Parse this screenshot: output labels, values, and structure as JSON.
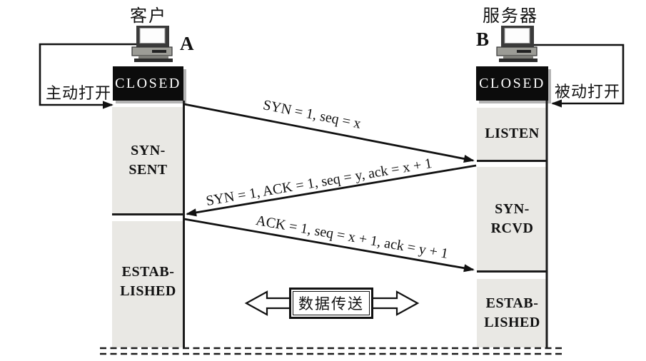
{
  "diagram": {
    "description": "TCP three-way handshake connection establishment sequence diagram"
  },
  "client": {
    "title": "客户",
    "host": "A",
    "open_label": "主动打开",
    "states": [
      {
        "label": "CLOSED"
      },
      {
        "label": "SYN-\nSENT"
      },
      {
        "label": "ESTAB-\nLISHED"
      }
    ]
  },
  "server": {
    "title": "服务器",
    "host": "B",
    "open_label": "被动打开",
    "states": [
      {
        "label": "CLOSED"
      },
      {
        "label": "LISTEN"
      },
      {
        "label": "SYN-\nRCVD"
      },
      {
        "label": "ESTAB-\nLISHED"
      }
    ]
  },
  "messages": [
    {
      "label": "SYN = 1, seq = x"
    },
    {
      "label": "SYN = 1, ACK = 1, seq = y, ack = x + 1"
    },
    {
      "label": "ACK = 1, seq = x + 1, ack = y + 1"
    }
  ],
  "data_transfer": {
    "label": "数据传送"
  },
  "colors": {
    "band": "#e9e8e4",
    "state_box_bg": "#0c0c0c",
    "state_box_text": "#ffffff",
    "line": "#1b1b1b",
    "background": "#ffffff"
  }
}
